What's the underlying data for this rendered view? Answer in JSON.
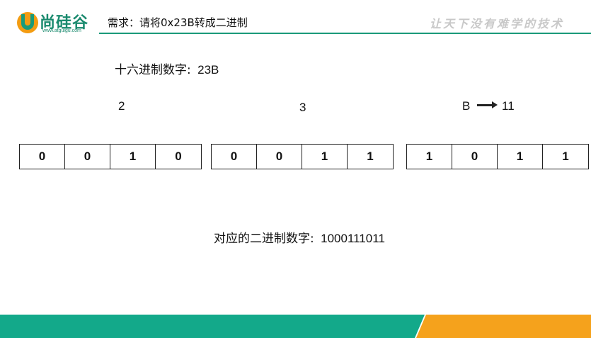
{
  "header": {
    "logo_text": "尚硅谷",
    "logo_url": "www.atguigu.com",
    "title": "需求：请将0x23B转成二进制",
    "slogan": "让天下没有难学的技术"
  },
  "hex_label": "十六进制数字:",
  "hex_value": "23B",
  "digits": [
    {
      "label": "2"
    },
    {
      "label": "3"
    },
    {
      "label_hex": "B",
      "label_dec": "11"
    }
  ],
  "nibbles": [
    {
      "bits": [
        "0",
        "0",
        "1",
        "0"
      ]
    },
    {
      "bits": [
        "0",
        "0",
        "1",
        "1"
      ]
    },
    {
      "bits": [
        "1",
        "0",
        "1",
        "1"
      ]
    }
  ],
  "result_label": "对应的二进制数字:",
  "result_value": "1000111011",
  "colors": {
    "brand_green": "#13a98a",
    "brand_orange": "#f5a21c"
  }
}
